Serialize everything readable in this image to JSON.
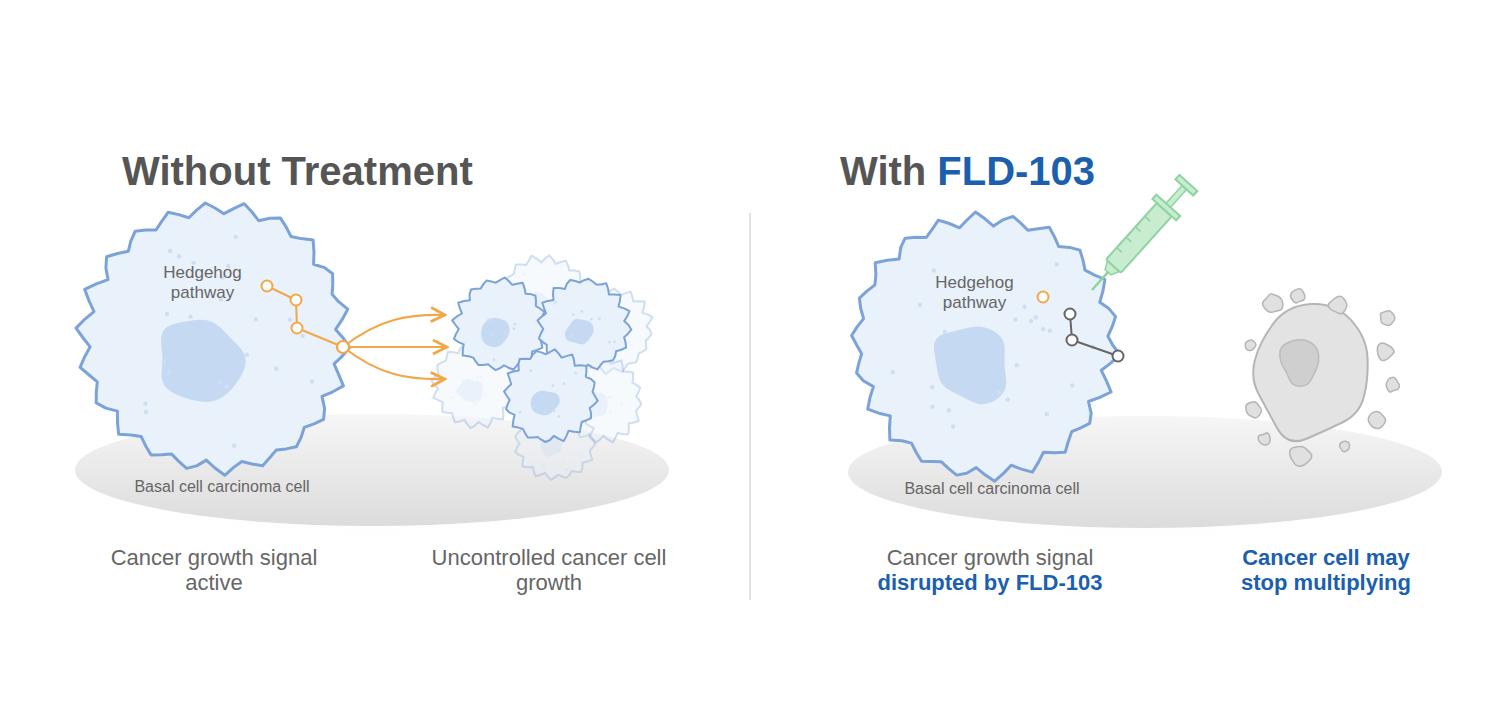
{
  "diagram": {
    "labels": [
      "Without Treatment",
      "With",
      "FLD-103",
      "Hedgehog pathway",
      "Basal cell carcinoma cell",
      "Cancer growth signal active",
      "Uncontrolled cancer cell growth",
      "Hedgehog pathway",
      "Basal cell carcinoma cell",
      "Cancer growth signal",
      "disrupted by FLD-103",
      "Cancer cell may stop multiplying"
    ]
  }
}
